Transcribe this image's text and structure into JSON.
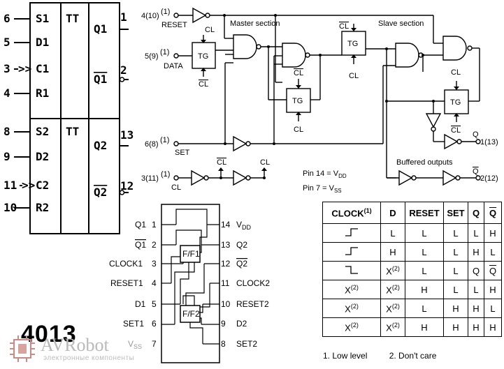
{
  "symbol": {
    "ff1": {
      "pins_left": [
        "6",
        "5",
        "3",
        "4"
      ],
      "inputs": [
        "S1",
        "D1",
        "C1",
        "R1"
      ],
      "type": "TT",
      "outputs": [
        "Q1",
        "Q1"
      ],
      "pins_right": [
        "1",
        "2"
      ]
    },
    "ff2": {
      "pins_left": [
        "8",
        "9",
        "11",
        "10"
      ],
      "inputs": [
        "S2",
        "D2",
        "C2",
        "R2"
      ],
      "type": "TT",
      "outputs": [
        "Q2",
        "Q2"
      ],
      "pins_right": [
        "13",
        "12"
      ]
    },
    "clock_marker": ">>"
  },
  "circuit": {
    "reset_pin": "4(10)",
    "reset_sup": "(1)",
    "reset_label": "RESET",
    "data_pin": "5(9)",
    "data_sup": "(1)",
    "data_label": "DATA",
    "set_pin": "6(8)",
    "set_sup": "(1)",
    "set_label": "SET",
    "clock_pin": "3(11)",
    "clock_sup": "(1)",
    "clock_label": "CL",
    "cl": "CL",
    "tg": "TG",
    "master_label": "Master section",
    "slave_label": "Slave section",
    "buffered_label": "Buffered outputs",
    "q_label": "Q",
    "q_pin": "1(13)",
    "qbar_label": "Q",
    "qbar_pin": "2(12)",
    "pin14_note_a": "Pin 14 = V",
    "pin14_note_sub": "DD",
    "pin7_note_a": "Pin 7 = V",
    "pin7_note_sub": "SS"
  },
  "pinout": {
    "left_labels": [
      "Q1",
      "Q1",
      "CLOCK1",
      "RESET1",
      "D1",
      "SET1",
      "V"
    ],
    "left_numbers": [
      "1",
      "2",
      "3",
      "4",
      "5",
      "6",
      "7"
    ],
    "right_labels": [
      "V",
      "Q2",
      "Q2",
      "CLOCK2",
      "RESET2",
      "D2",
      "SET2"
    ],
    "right_numbers": [
      "14",
      "13",
      "12",
      "11",
      "10",
      "9",
      "8"
    ],
    "vdd_sub": "DD",
    "vss_sub": "SS",
    "ff1_label": "F/F1",
    "ff2_label": "F/F2"
  },
  "truth_table": {
    "headers": [
      "CLOCK",
      "D",
      "RESET",
      "SET",
      "Q",
      "Q"
    ],
    "header_sup": "(1)",
    "rows": [
      [
        "rise",
        "L",
        "L",
        "L",
        "L",
        "H"
      ],
      [
        "rise",
        "H",
        "L",
        "L",
        "H",
        "L"
      ],
      [
        "fall",
        "X",
        "L",
        "L",
        "Q",
        "Q"
      ],
      [
        "X",
        "X",
        "H",
        "L",
        "L",
        "H"
      ],
      [
        "X",
        "X",
        "L",
        "H",
        "H",
        "L"
      ],
      [
        "X",
        "X",
        "H",
        "H",
        "H",
        "H"
      ]
    ],
    "x_sup": "(2)"
  },
  "notes": [
    "1. Low level",
    "2. Don't care"
  ],
  "part_number": "4013",
  "watermark": {
    "name": "AVRobot",
    "tagline": "электронные компоненты",
    "color": "#b9b9b9"
  }
}
